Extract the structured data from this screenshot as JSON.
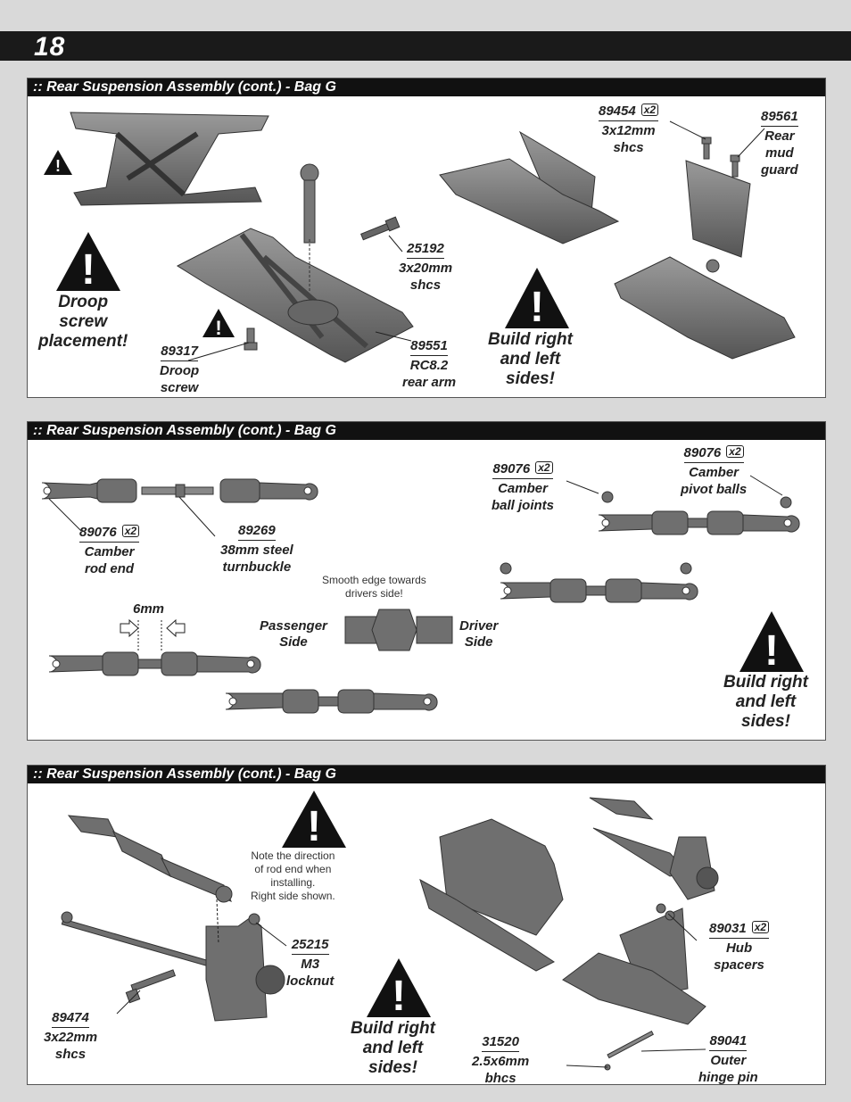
{
  "page": {
    "number": "18"
  },
  "colors": {
    "header_bar": "#1a1a1a",
    "background": "#d9d9d9",
    "panel": "#ffffff",
    "part": "#6f6f6f"
  },
  "icons": [
    "warning-triangle-icon"
  ],
  "panels": [
    {
      "title": ":: Rear Suspension Assembly (cont.) - Bag G",
      "parts": [
        {
          "number": "89454",
          "qty": "x2",
          "desc": [
            "3x12mm",
            "shcs"
          ]
        },
        {
          "number": "89561",
          "desc": [
            "Rear",
            "mud",
            "guard"
          ]
        },
        {
          "number": "25192",
          "desc": [
            "3x20mm",
            "shcs"
          ]
        },
        {
          "number": "89317",
          "desc": [
            "Droop",
            "screw"
          ]
        },
        {
          "number": "89551",
          "desc": [
            "RC8.2",
            "rear arm"
          ]
        }
      ],
      "warnings": [
        {
          "lines": [
            "Droop",
            "screw",
            "placement!"
          ]
        },
        {
          "lines": [
            "Build right",
            "and left",
            "sides!"
          ]
        }
      ]
    },
    {
      "title": ":: Rear Suspension Assembly (cont.) - Bag G",
      "parts": [
        {
          "number": "89076",
          "qty": "x2",
          "desc": [
            "Camber",
            "rod end"
          ]
        },
        {
          "number": "89269",
          "desc": [
            "38mm steel",
            "turnbuckle"
          ]
        },
        {
          "number": "89076",
          "qty": "x2",
          "desc": [
            "Camber",
            "ball joints"
          ]
        },
        {
          "number": "89076",
          "qty": "x2",
          "desc": [
            "Camber",
            "pivot balls"
          ]
        }
      ],
      "measure": "6mm",
      "note": [
        "Smooth edge towards",
        "drivers side!"
      ],
      "passenger": [
        "Passenger",
        "Side"
      ],
      "driver": [
        "Driver",
        "Side"
      ],
      "warnings": [
        {
          "lines": [
            "Build right",
            "and left",
            "sides!"
          ]
        }
      ]
    },
    {
      "title": ":: Rear Suspension Assembly (cont.) - Bag G",
      "parts": [
        {
          "number": "25215",
          "desc": [
            "M3",
            "locknut"
          ]
        },
        {
          "number": "89474",
          "desc": [
            "3x22mm",
            "shcs"
          ]
        },
        {
          "number": "89031",
          "qty": "x2",
          "desc": [
            "Hub",
            "spacers"
          ]
        },
        {
          "number": "31520",
          "desc": [
            "2.5x6mm",
            "bhcs"
          ]
        },
        {
          "number": "89041",
          "desc": [
            "Outer",
            "hinge pin"
          ]
        }
      ],
      "note": [
        "Note the direction",
        "of rod end when",
        "installing.",
        "Right side shown."
      ],
      "warnings": [
        {
          "lines": [
            "Build right",
            "and left",
            "sides!"
          ]
        }
      ]
    }
  ]
}
